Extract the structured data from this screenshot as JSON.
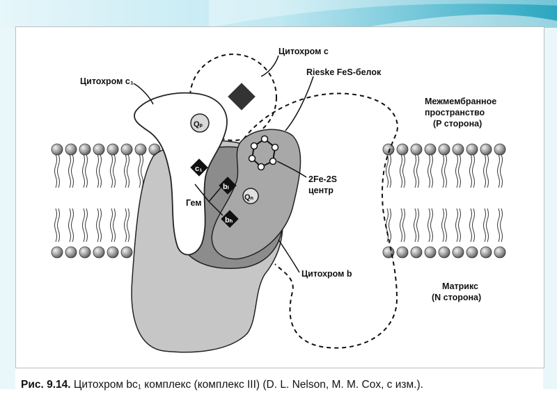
{
  "labels": {
    "cytochrome_c1": "Цитохром c₁",
    "cytochrome_c": "Цитохром c",
    "rieske": "Rieske FeS-белок",
    "intermembrane_line1": "Межмембранное",
    "intermembrane_line2": "пространство",
    "intermembrane_line3": "(P сторона)",
    "fes_center_line1": "2Fe-2S",
    "fes_center_line2": "центр",
    "heme": "Гем",
    "cytochrome_b": "Цитохром b",
    "matrix_line1": "Матрикс",
    "matrix_line2": "(N сторона)",
    "qp": "Qₚ",
    "qn": "Qₙ",
    "heme_c1": "c₁",
    "heme_bl": "bₗ",
    "heme_bh": "bₕ"
  },
  "caption": {
    "prefix": "Рис. 9.14.",
    "text": " Цитохром bc₁ комплекс (комплекс III) (D. L. Nelson, M. M. Cox, с изм.)."
  },
  "colors": {
    "accent_teal": "#2aa6c0",
    "protein_light": "#c9c9c9",
    "protein_dark": "#8c8c8c",
    "protein_mid": "#a8a8a8"
  }
}
